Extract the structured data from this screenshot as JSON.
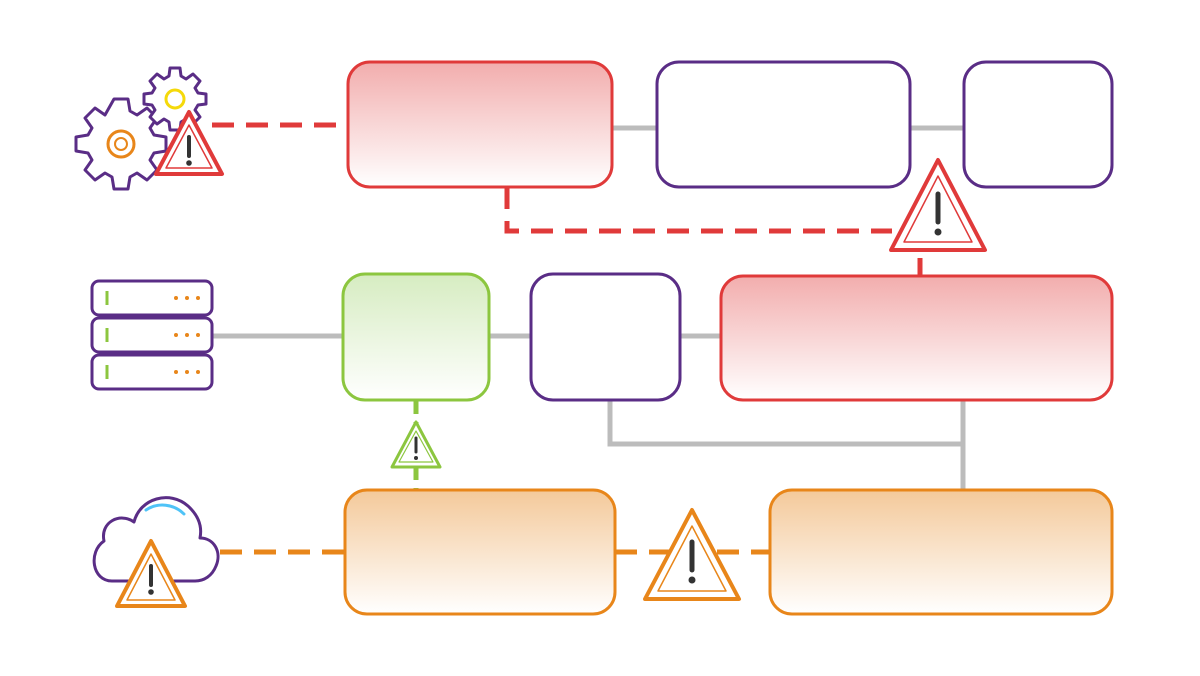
{
  "colors": {
    "red": "#e03a3a",
    "red_fill_top": "#f2adad",
    "purple": "#5a2d86",
    "green": "#8cc63f",
    "green_fill_top": "#d6ecc1",
    "orange": "#e8861a",
    "orange_fill_top": "#f4c99a",
    "gray_line": "#bcbcbc",
    "yellow": "#f5d90a",
    "dark": "#333333"
  },
  "rows": [
    {
      "name": "top",
      "source_icon": "gears-icon",
      "alert_icon": "warning-icon"
    },
    {
      "name": "middle",
      "source_icon": "server-stack-icon"
    },
    {
      "name": "bottom",
      "source_icon": "cloud-icon",
      "alert_icon": "warning-icon"
    }
  ],
  "boxes": [
    {
      "id": "top-1",
      "status": "error"
    },
    {
      "id": "top-2",
      "status": "normal"
    },
    {
      "id": "top-3",
      "status": "normal"
    },
    {
      "id": "mid-1",
      "status": "ok"
    },
    {
      "id": "mid-2",
      "status": "normal"
    },
    {
      "id": "mid-3",
      "status": "error"
    },
    {
      "id": "bot-1",
      "status": "warning"
    },
    {
      "id": "bot-2",
      "status": "warning"
    }
  ],
  "alerts": [
    {
      "id": "alert-gears",
      "status": "error",
      "icon": "warning-icon"
    },
    {
      "id": "alert-top-link",
      "status": "error",
      "icon": "warning-icon"
    },
    {
      "id": "alert-green-link",
      "status": "ok",
      "icon": "warning-icon"
    },
    {
      "id": "alert-cloud",
      "status": "warning",
      "icon": "warning-icon"
    },
    {
      "id": "alert-bottom-link",
      "status": "warning",
      "icon": "warning-icon"
    }
  ]
}
